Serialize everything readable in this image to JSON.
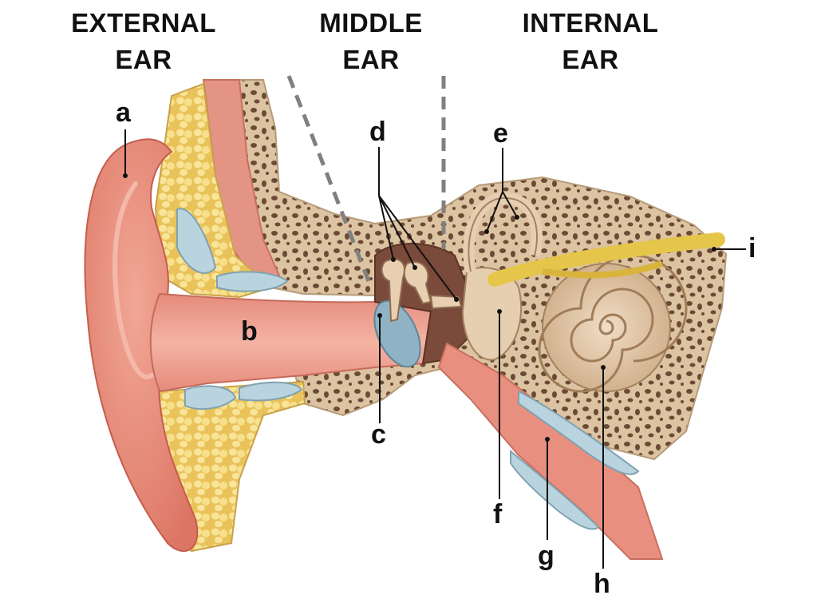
{
  "headings": {
    "external": [
      "EXTERNAL",
      "EAR"
    ],
    "middle": [
      "MIDDLE",
      "EAR"
    ],
    "internal": [
      "INTERNAL",
      "EAR"
    ]
  },
  "labels": {
    "a": "a",
    "b": "b",
    "c": "c",
    "d": "d",
    "e": "e",
    "f": "f",
    "g": "g",
    "h": "h",
    "i": "i"
  },
  "colors": {
    "skin": "#e9897a",
    "canal": "#f0a796",
    "fat": "#f3d678",
    "bone": "#dcc3a1",
    "bone_pore": "#6b4a36",
    "cartilage": "#b9d4df",
    "nerve": "#e6c64a",
    "cochlea": "#e2c6a6",
    "muscle": "#d9796b"
  }
}
